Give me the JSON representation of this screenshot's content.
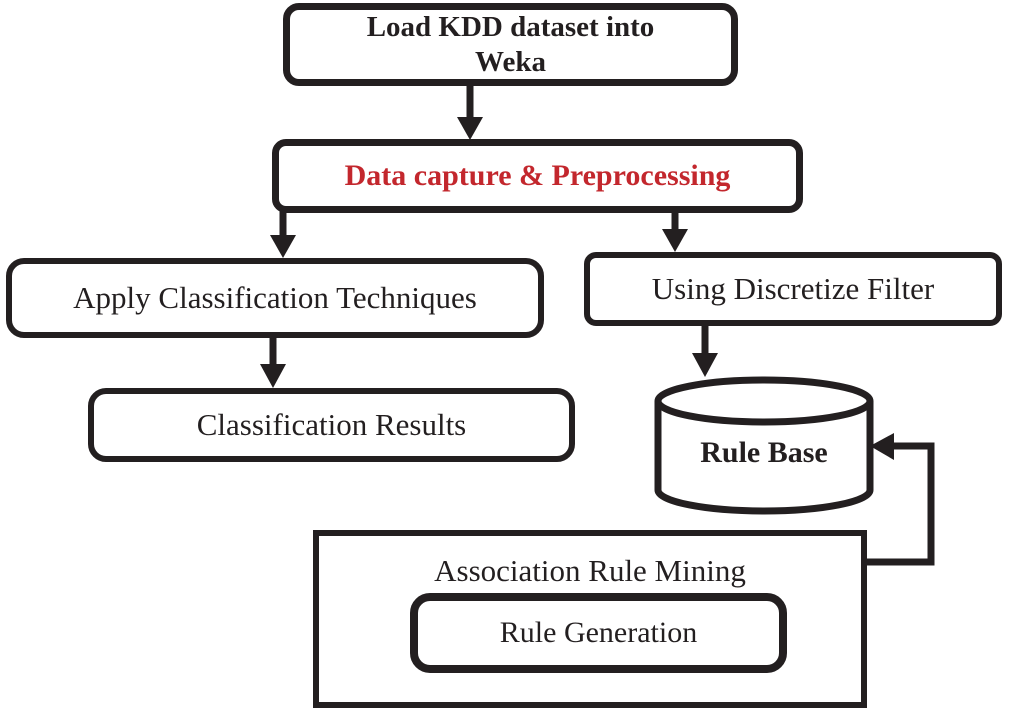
{
  "diagram": {
    "type": "flowchart",
    "background_color": "#ffffff",
    "stroke_color": "#231f20",
    "accent_red": "#c3272d",
    "nodes": {
      "load_kdd": {
        "line1": "Load KDD dataset into",
        "line2": "Weka",
        "shape": "rounded-rect",
        "text_style": "bold-black"
      },
      "data_capture": {
        "label": "Data capture & Preprocessing",
        "shape": "rounded-rect",
        "text_style": "bold-red"
      },
      "apply_classification": {
        "label": "Apply Classification Techniques",
        "shape": "rounded-rect",
        "text_style": "regular"
      },
      "using_discretize": {
        "label": "Using Discretize Filter",
        "shape": "rounded-rect",
        "text_style": "regular"
      },
      "classification_results": {
        "label": "Classification Results",
        "shape": "rounded-rect",
        "text_style": "regular"
      },
      "rule_base": {
        "label": "Rule Base",
        "shape": "database-cylinder",
        "text_style": "bold-black"
      },
      "association_rule_mining": {
        "label": "Association Rule Mining",
        "shape": "rect-container",
        "text_style": "regular"
      },
      "rule_generation": {
        "label": "Rule Generation",
        "shape": "rounded-rect",
        "text_style": "regular"
      }
    },
    "edges": [
      {
        "from": "load_kdd",
        "to": "data_capture",
        "style": "arrow-down"
      },
      {
        "from": "data_capture",
        "to": "apply_classification",
        "style": "arrow-down"
      },
      {
        "from": "data_capture",
        "to": "using_discretize",
        "style": "arrow-down"
      },
      {
        "from": "apply_classification",
        "to": "classification_results",
        "style": "arrow-down"
      },
      {
        "from": "using_discretize",
        "to": "rule_base",
        "style": "arrow-down"
      },
      {
        "from": "association_rule_mining",
        "to": "rule_base",
        "style": "elbow-arrow-right-up-left"
      }
    ]
  }
}
